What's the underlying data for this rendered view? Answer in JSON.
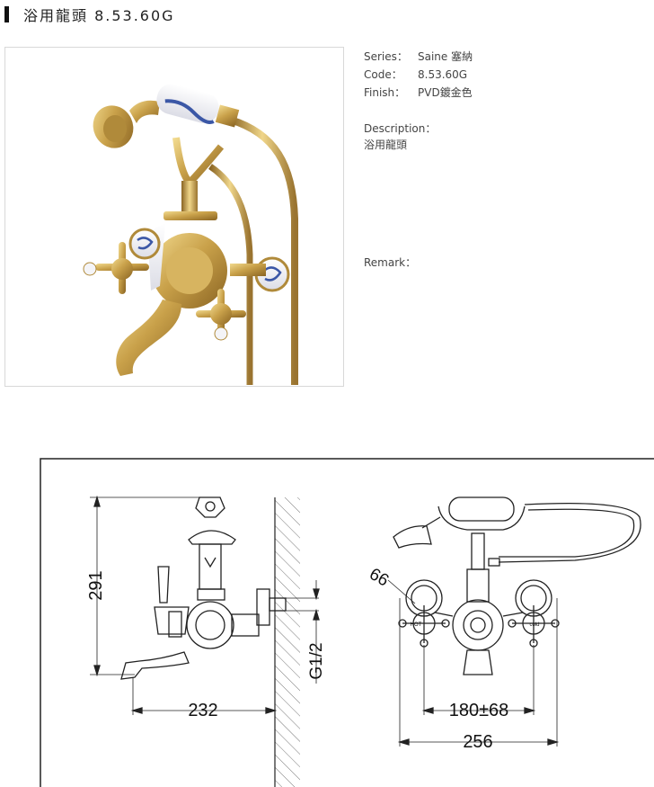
{
  "title": "浴用龍頭 8.53.60G",
  "specs": {
    "series_label": "Series：",
    "series_value": "Saine 塞納",
    "code_label": "Code：",
    "code_value": "8.53.60G",
    "finish_label": "Finish：",
    "finish_value": "PVD鍍金色",
    "description_label": "Description：",
    "description_value": "浴用龍頭",
    "remark_label": "Remark："
  },
  "drawing": {
    "dim_height": "291",
    "dim_projection": "232",
    "dim_thread": "G1/2",
    "dim_handle": "66",
    "dim_centers": "180±68",
    "dim_width": "256",
    "hot_label": "HOT",
    "cold_label": "cold"
  },
  "colors": {
    "gold": "#c9a14a",
    "porcelain": "#f4f4f7",
    "porcelain_pattern": "#3b57a6"
  }
}
